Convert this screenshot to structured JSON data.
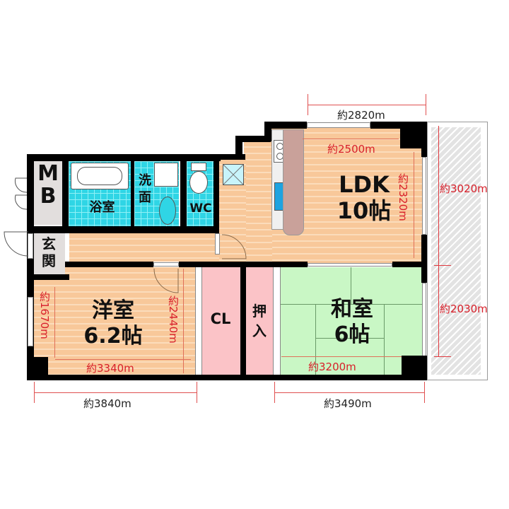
{
  "floor_plan": {
    "rooms": {
      "ldk": {
        "name": "LDK",
        "size": "10帖",
        "width": "約2500m",
        "depth": "約2320m"
      },
      "western_room": {
        "name": "洋室",
        "size": "6.2帖",
        "width": "約3340m",
        "depth_left": "約1670m",
        "depth_right": "約2440m"
      },
      "japanese_room": {
        "name": "和室",
        "size": "6帖",
        "width": "約3200m"
      },
      "bathroom": {
        "name": "浴室"
      },
      "washroom": {
        "name_line1": "洗",
        "name_line2": "面"
      },
      "toilet": {
        "name": "WC"
      },
      "meter_box": {
        "line1": "M",
        "line2": "B"
      },
      "entrance": {
        "line1": "玄",
        "line2": "関"
      },
      "closet": {
        "name": "CL"
      },
      "oshiire": {
        "line1": "押",
        "line2": "入"
      }
    },
    "dimensions": {
      "top": "約2820m",
      "balcony_upper": "約3020m",
      "balcony_lower": "約2030m",
      "bottom_left": "約3840m",
      "bottom_right": "約3490m"
    },
    "colors": {
      "wood_floor": "#f8c89a",
      "tile": "#2fd5e5",
      "tatami": "#c9f7c5",
      "closet": "#fbc3c7",
      "dimension_red": "#d8202a",
      "wall": "#000000"
    }
  }
}
